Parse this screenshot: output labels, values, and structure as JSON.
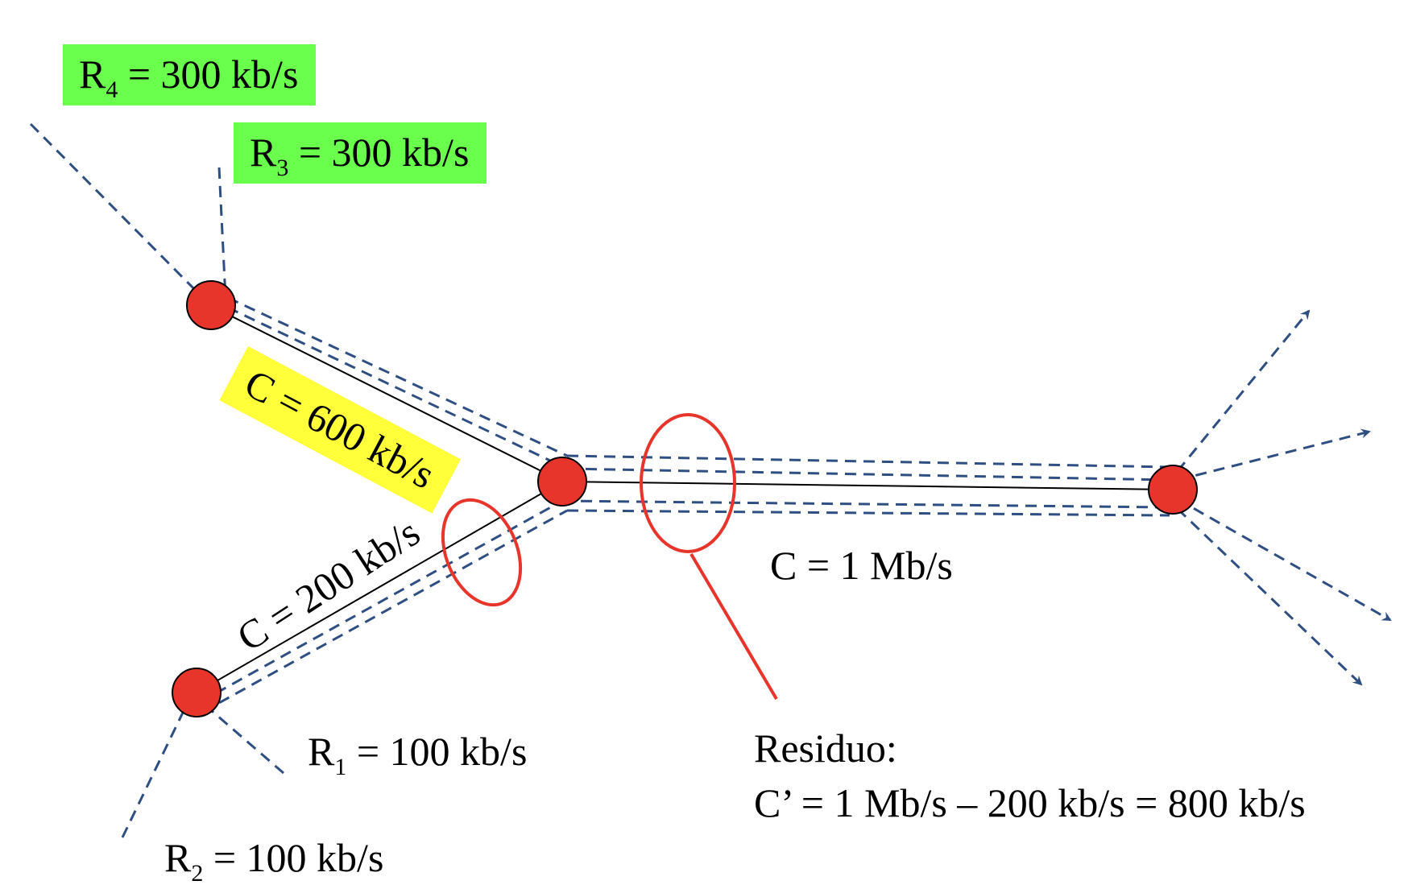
{
  "colors": {
    "node": "#e8352b",
    "flow": "#2f4f82",
    "link": "#000000",
    "highlight_ellipse": "#e8352b",
    "green_box": "#6aff4c",
    "yellow_box": "#ffff3a"
  },
  "flows": {
    "r4": {
      "name": "R",
      "sub": "4",
      "rest": " = 300 kb/s"
    },
    "r3": {
      "name": "R",
      "sub": "3",
      "rest": " = 300 kb/s"
    },
    "r1": {
      "name": "R",
      "sub": "1",
      "rest": " = 100 kb/s"
    },
    "r2": {
      "name": "R",
      "sub": "2",
      "rest": " = 100 kb/s"
    }
  },
  "links": {
    "upper": "C = 600 kb/s",
    "lower": "C = 200 kb/s",
    "main": "C = 1 Mb/s"
  },
  "residual": {
    "title": "Residuo:",
    "formula": "C’ = 1 Mb/s – 200 kb/s = 800 kb/s"
  }
}
